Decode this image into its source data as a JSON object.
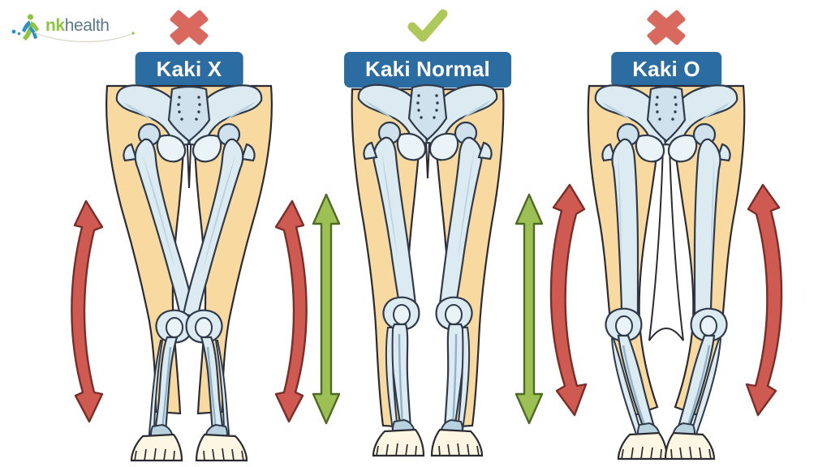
{
  "logo": {
    "name": "nkhealth",
    "part_green": "nk",
    "part_gray": "health",
    "icon": "running-person-icon",
    "color_green": "#8cc63f",
    "color_gray": "#5a7a8c",
    "color_blue_dot": "#2b8fc9"
  },
  "theme": {
    "background": "#ffffff",
    "badge_bg": "#2b6ca3",
    "badge_text": "#ffffff",
    "cross_red": "#d9685f",
    "check_green": "#aec95a",
    "arrow_red_fill": "#cf5a52",
    "arrow_red_stroke": "#7c2d28",
    "arrow_green_fill": "#9cc054",
    "arrow_green_stroke": "#4d6b22",
    "skin": "#f8d9a0",
    "skin_outline": "#2b2b33",
    "bone_fill": "#dceaf2",
    "bone_shade": "#b8d2e0",
    "bone_outline": "#2f3a4a",
    "foot_fill": "#fdf6e3"
  },
  "panels": [
    {
      "id": "kaki-x",
      "label": "Kaki X",
      "mark": "cross-icon",
      "mark_type": "cross",
      "verdict": "incorrect",
      "arrow_color": "arrow_red_fill",
      "arrow_shape": "curved-outward-double-arrow",
      "leg_alignment": "knock-knees",
      "arrow_count": 2
    },
    {
      "id": "kaki-normal",
      "label": "Kaki Normal",
      "mark": "check-icon",
      "mark_type": "check",
      "verdict": "correct",
      "arrow_color": "arrow_green_fill",
      "arrow_shape": "straight-vertical-double-arrow",
      "leg_alignment": "normal-alignment",
      "arrow_count": 2
    },
    {
      "id": "kaki-o",
      "label": "Kaki O",
      "mark": "cross-icon",
      "mark_type": "cross",
      "verdict": "incorrect",
      "arrow_color": "arrow_red_fill",
      "arrow_shape": "curved-inward-double-arrow",
      "leg_alignment": "bow-legs",
      "arrow_count": 2
    }
  ]
}
